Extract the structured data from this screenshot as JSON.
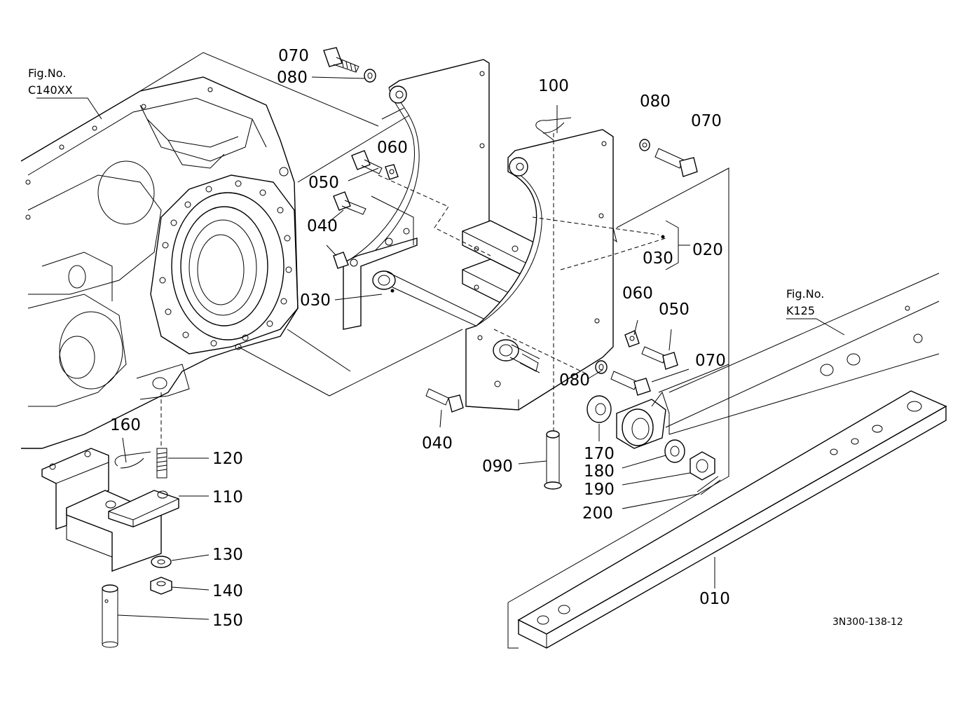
{
  "fig_refs": [
    {
      "id": "c140xx",
      "line1": "Fig.No.",
      "line2": "C140XX"
    },
    {
      "id": "k125",
      "line1": "Fig.No.",
      "line2": "K125"
    }
  ],
  "callouts": [
    "070",
    "080",
    "100",
    "080",
    "070",
    "060",
    "050",
    "040",
    "030",
    "030",
    "020",
    "060",
    "050",
    "070",
    "080",
    "040",
    "090",
    "170",
    "180",
    "190",
    "200",
    "010",
    "160",
    "120",
    "110",
    "130",
    "140",
    "150"
  ],
  "drawing_code": "3N300-138-12"
}
